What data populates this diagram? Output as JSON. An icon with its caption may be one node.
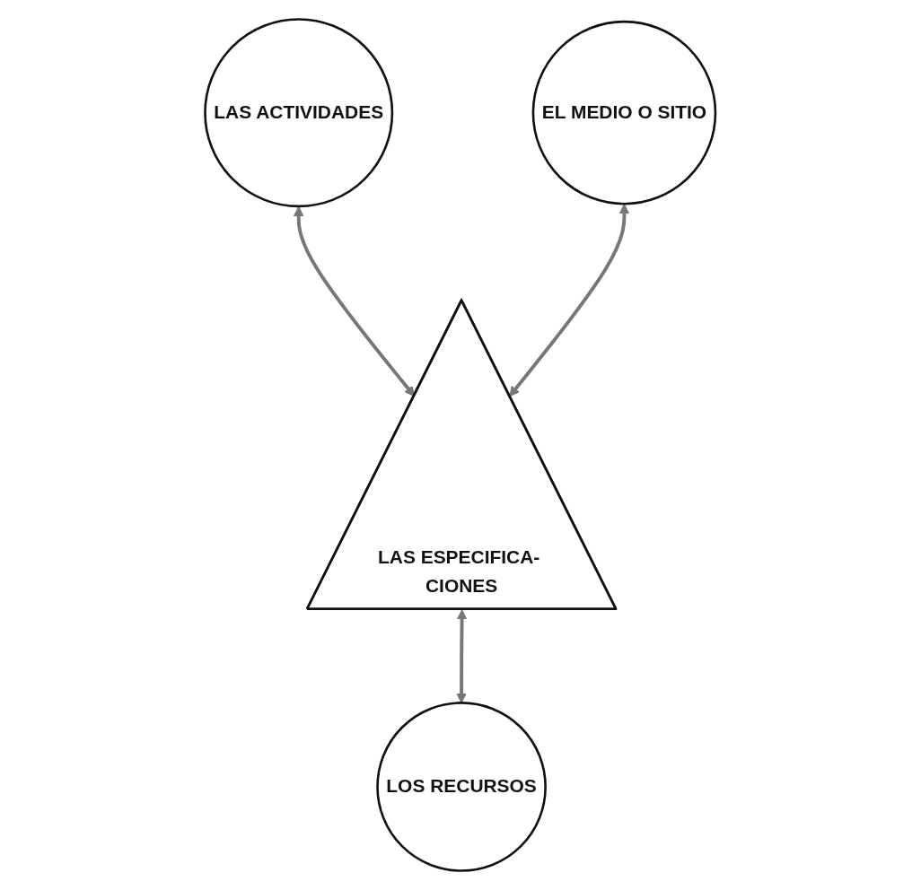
{
  "diagram": {
    "nodes": [
      {
        "text": [
          "LAS ACTIVIDADES"
        ]
      },
      {
        "text": [
          "EL MEDIO O SITIO"
        ]
      },
      {
        "text": [
          "LAS ESPECIFICA- CIONES"
        ]
      },
      {
        "text": [
          "LOS RECURSOS"
        ]
      }
    ],
    "edges": [
      {
        "from": 0,
        "to": 2,
        "arrow": "both"
      },
      {
        "from": 1,
        "to": 2,
        "arrow": "both"
      },
      {
        "from": 2,
        "to": 3,
        "arrow": "both"
      }
    ]
  }
}
